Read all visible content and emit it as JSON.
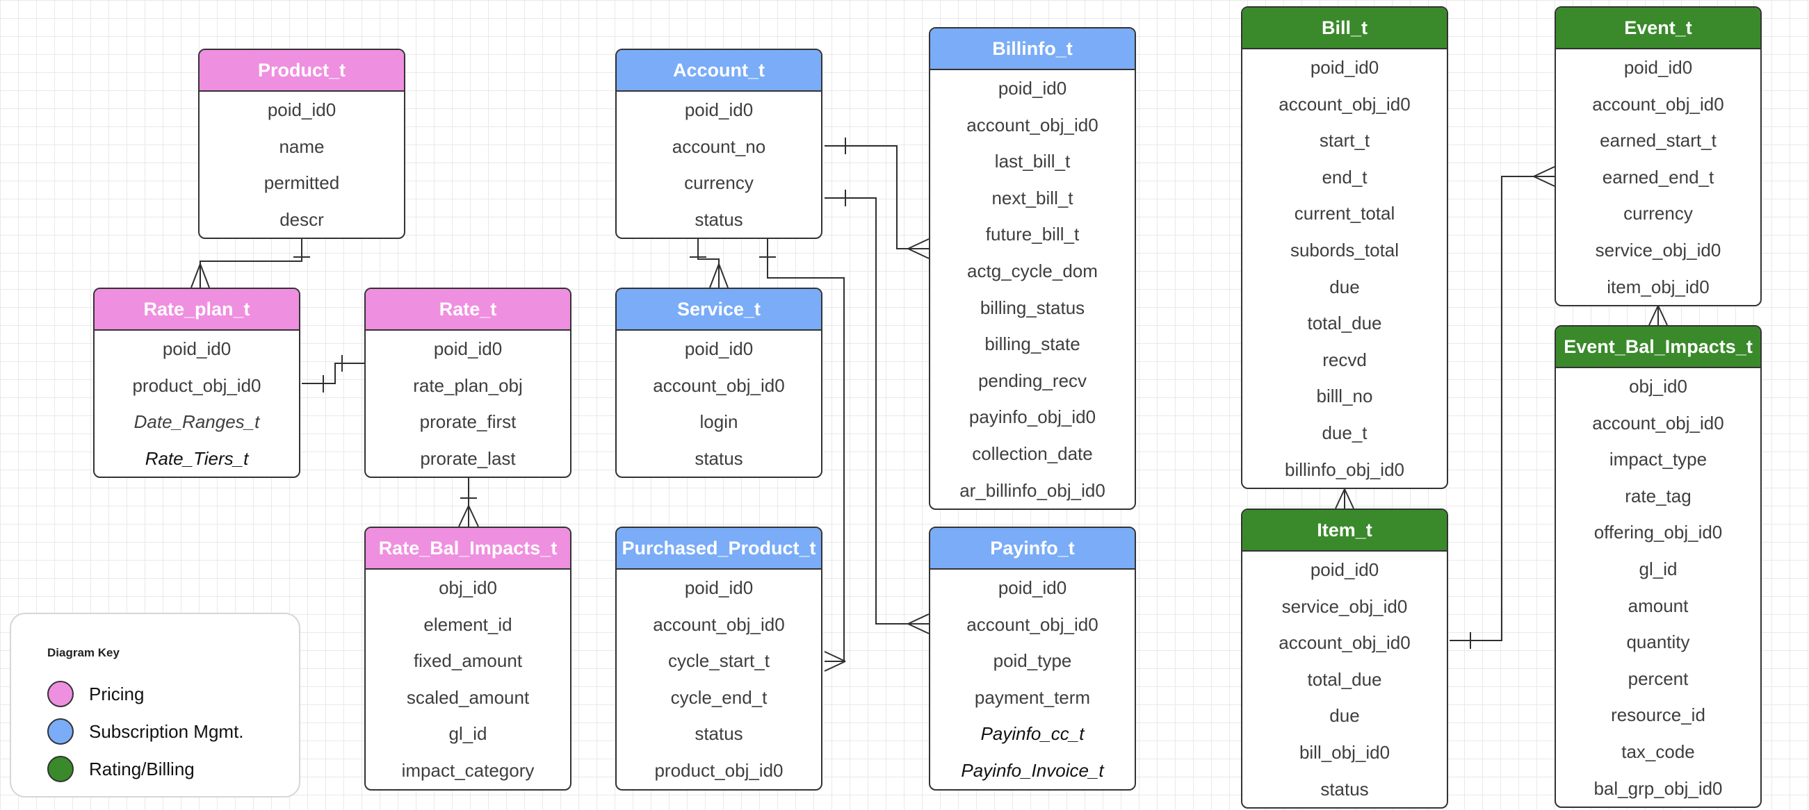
{
  "colors": {
    "pricing": "#ef8fdf",
    "subscription": "#7aacf7",
    "billing": "#3a8a2b",
    "border": "#333333",
    "field_text": "#3e3e3e"
  },
  "legend": {
    "title": "Diagram Key",
    "items": [
      {
        "label": "Pricing",
        "color": "#ef8fdf"
      },
      {
        "label": "Subscription Mgmt.",
        "color": "#7aacf7"
      },
      {
        "label": "Rating/Billing",
        "color": "#3a8a2b"
      }
    ]
  },
  "entities": {
    "product_t": {
      "title": "Product_t",
      "category": "pricing",
      "fields": [
        "poid_id0",
        "name",
        "permitted",
        "descr"
      ]
    },
    "rate_plan_t": {
      "title": "Rate_plan_t",
      "category": "pricing",
      "fields": [
        "poid_id0",
        "product_obj_id0",
        "Date_Ranges_t",
        "Rate_Tiers_t"
      ]
    },
    "rate_t": {
      "title": "Rate_t",
      "category": "pricing",
      "fields": [
        "poid_id0",
        "rate_plan_obj",
        "prorate_first",
        "prorate_last"
      ]
    },
    "rate_bal_impacts_t": {
      "title": "Rate_Bal_Impacts_t",
      "category": "pricing",
      "fields": [
        "obj_id0",
        "element_id",
        "fixed_amount",
        "scaled_amount",
        "gl_id",
        "impact_category"
      ]
    },
    "account_t": {
      "title": "Account_t",
      "category": "subscription",
      "fields": [
        "poid_id0",
        "account_no",
        "currency",
        "status"
      ]
    },
    "service_t": {
      "title": "Service_t",
      "category": "subscription",
      "fields": [
        "poid_id0",
        "account_obj_id0",
        "login",
        "status"
      ]
    },
    "purchased_product_t": {
      "title": "Purchased_Product_t",
      "category": "subscription",
      "fields": [
        "poid_id0",
        "account_obj_id0",
        "cycle_start_t",
        "cycle_end_t",
        "status",
        "product_obj_id0"
      ]
    },
    "billinfo_t": {
      "title": "Billinfo_t",
      "category": "subscription",
      "fields": [
        "poid_id0",
        "account_obj_id0",
        "last_bill_t",
        "next_bill_t",
        "future_bill_t",
        "actg_cycle_dom",
        "billing_status",
        "billing_state",
        "pending_recv",
        "payinfo_obj_id0",
        "collection_date",
        "ar_billinfo_obj_id0"
      ]
    },
    "payinfo_t": {
      "title": "Payinfo_t",
      "category": "subscription",
      "fields": [
        "poid_id0",
        "account_obj_id0",
        "poid_type",
        "payment_term",
        "Payinfo_cc_t",
        "Payinfo_Invoice_t"
      ]
    },
    "bill_t": {
      "title": "Bill_t",
      "category": "billing",
      "fields": [
        "poid_id0",
        "account_obj_id0",
        "start_t",
        "end_t",
        "current_total",
        "subords_total",
        "due",
        "total_due",
        "recvd",
        "billl_no",
        "due_t",
        "billinfo_obj_id0"
      ]
    },
    "item_t": {
      "title": "Item_t",
      "category": "billing",
      "fields": [
        "poid_id0",
        "service_obj_id0",
        "account_obj_id0",
        "total_due",
        "due",
        "bill_obj_id0",
        "status"
      ]
    },
    "event_t": {
      "title": "Event_t",
      "category": "billing",
      "fields": [
        "poid_id0",
        "account_obj_id0",
        "earned_start_t",
        "earned_end_t",
        "currency",
        "service_obj_id0",
        "item_obj_id0"
      ]
    },
    "event_bal_impacts_t": {
      "title": "Event_Bal_Impacts_t",
      "category": "billing",
      "fields": [
        "obj_id0",
        "account_obj_id0",
        "impact_type",
        "rate_tag",
        "offering_obj_id0",
        "gl_id",
        "amount",
        "quantity",
        "percent",
        "resource_id",
        "tax_code",
        "bal_grp_obj_id0"
      ]
    }
  }
}
